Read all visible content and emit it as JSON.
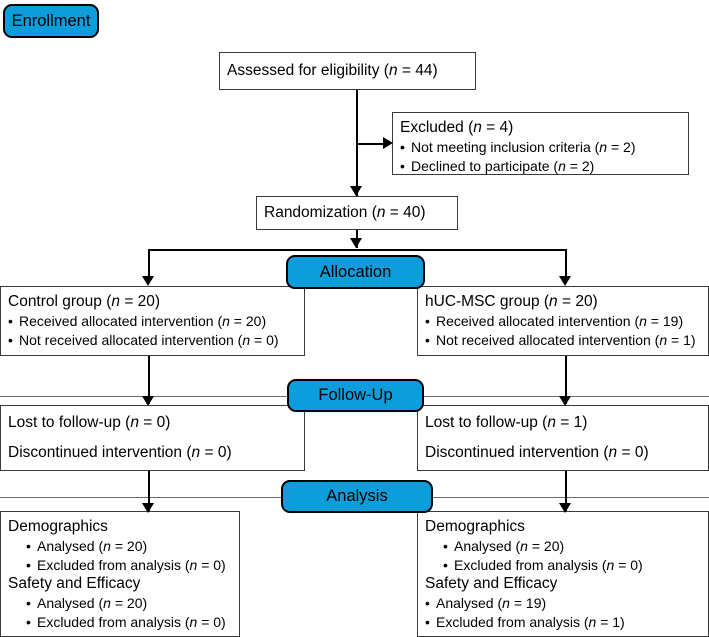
{
  "diagram": {
    "title": "CONSORT participant flow diagram",
    "accent_color": "#0d9ddb",
    "stages": {
      "enrollment": "Enrollment",
      "allocation": "Allocation",
      "followup": "Follow-Up",
      "analysis": "Analysis"
    }
  },
  "assessed": {
    "label": "Assessed for eligibility (",
    "n_symbol": "n",
    "value": " = 44)"
  },
  "excluded": {
    "header_label": "Excluded (",
    "header_n": "n",
    "header_value": " = 4)",
    "items": [
      {
        "label": "Not meeting inclusion criteria (",
        "n": "n",
        "value": " = 2)"
      },
      {
        "label": "Declined to participate (",
        "n": "n",
        "value": " = 2)"
      }
    ]
  },
  "randomization": {
    "label": "Randomization (",
    "n_symbol": "n",
    "value": " = 40)"
  },
  "allocation_left": {
    "header_label": "Control group (",
    "header_n": "n",
    "header_value": " = 20)",
    "items": [
      {
        "label": "Received allocated intervention (",
        "n": "n",
        "value": " = 20)"
      },
      {
        "label": "Not received allocated intervention (",
        "n": "n",
        "value": " = 0)"
      }
    ]
  },
  "allocation_right": {
    "header_label": "hUC-MSC group (",
    "header_n": "n",
    "header_value": " = 20)",
    "items": [
      {
        "label": "Received allocated intervention (",
        "n": "n",
        "value": " = 19)"
      },
      {
        "label": "Not received allocated intervention (",
        "n": "n",
        "value": " = 1)"
      }
    ]
  },
  "followup_left": {
    "lines": [
      {
        "label": "Lost to follow-up (",
        "n": "n",
        "value": " = 0)"
      },
      {
        "label": "Discontinued intervention (",
        "n": "n",
        "value": " = 0)"
      }
    ]
  },
  "followup_right": {
    "lines": [
      {
        "label": "Lost to follow-up (",
        "n": "n",
        "value": " = 1)"
      },
      {
        "label": "Discontinued intervention (",
        "n": "n",
        "value": " = 0)"
      }
    ]
  },
  "analysis_left": {
    "groups": [
      {
        "title": "Demographics",
        "items": [
          {
            "label": "Analysed (",
            "n": "n",
            "value": " = 20)"
          },
          {
            "label": "Excluded from analysis (",
            "n": "n",
            "value": " = 0)"
          }
        ]
      },
      {
        "title": "Safety and Efficacy",
        "items": [
          {
            "label": "Analysed (",
            "n": "n",
            "value": " = 20)"
          },
          {
            "label": "Excluded from analysis (",
            "n": "n",
            "value": " = 0)"
          }
        ]
      }
    ]
  },
  "analysis_right": {
    "groups": [
      {
        "title": "Demographics",
        "items": [
          {
            "label": "Analysed (",
            "n": "n",
            "value": " = 20)"
          },
          {
            "label": "Excluded from analysis (",
            "n": "n",
            "value": " = 0)"
          }
        ]
      },
      {
        "title": "Safety and Efficacy",
        "items": [
          {
            "label": "Analysed (",
            "n": "n",
            "value": " = 19)"
          },
          {
            "label": "Excluded from analysis (",
            "n": "n",
            "value": " = 1)"
          }
        ]
      }
    ]
  }
}
